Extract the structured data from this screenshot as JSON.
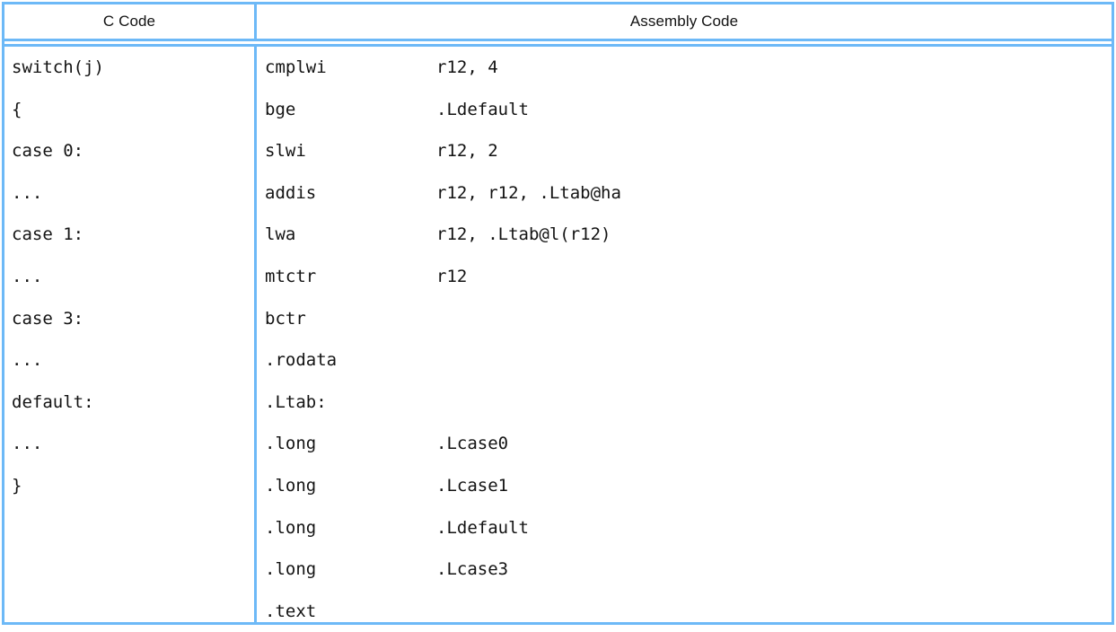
{
  "table": {
    "headers": {
      "c_code": "C Code",
      "assembly_code": "Assembly Code"
    },
    "rule_color": "#6DB9F7",
    "text_color": "#131313",
    "c_code_lines": [
      "switch(j)",
      "{",
      "case 0:",
      "...",
      "case 1:",
      "...",
      "case 3:",
      "...",
      "default:",
      "...",
      "}",
      "",
      "",
      ""
    ],
    "assembly_lines": [
      {
        "mnemonic": "cmplwi",
        "operand": "r12, 4"
      },
      {
        "mnemonic": "bge",
        "operand": ".Ldefault"
      },
      {
        "mnemonic": "slwi",
        "operand": "r12, 2"
      },
      {
        "mnemonic": "addis",
        "operand": "r12, r12, .Ltab@ha"
      },
      {
        "mnemonic": "lwa",
        "operand": "r12, .Ltab@l(r12)"
      },
      {
        "mnemonic": "mtctr",
        "operand": "r12"
      },
      {
        "mnemonic": "bctr",
        "operand": ""
      },
      {
        "mnemonic": ".rodata",
        "operand": ""
      },
      {
        "mnemonic": ".Ltab:",
        "operand": ""
      },
      {
        "mnemonic": ".long",
        "operand": ".Lcase0"
      },
      {
        "mnemonic": ".long",
        "operand": ".Lcase1"
      },
      {
        "mnemonic": ".long",
        "operand": ".Ldefault"
      },
      {
        "mnemonic": ".long",
        "operand": ".Lcase3"
      },
      {
        "mnemonic": ".text",
        "operand": ""
      }
    ]
  }
}
